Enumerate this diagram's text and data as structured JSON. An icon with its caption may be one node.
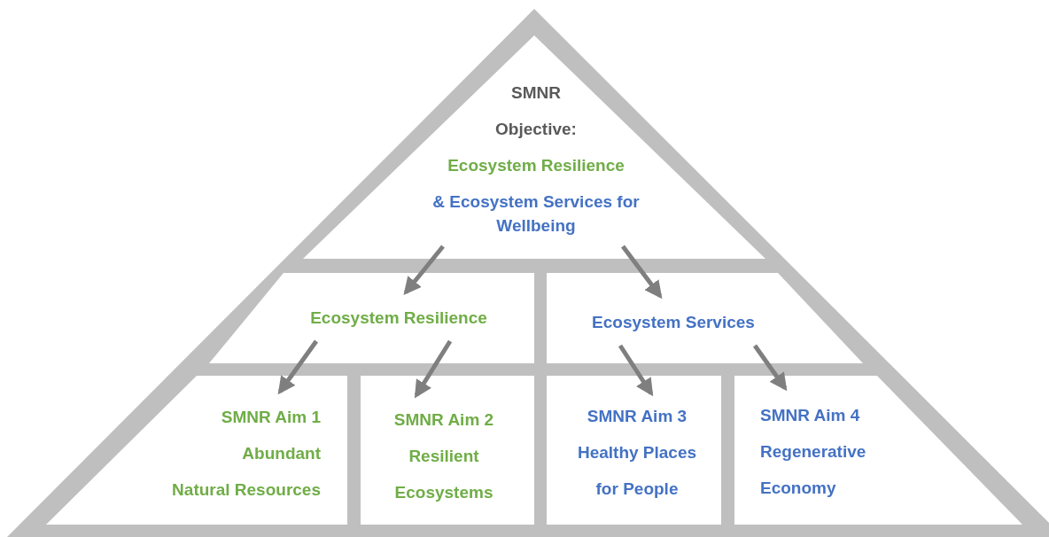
{
  "diagram": {
    "nodes": [
      {
        "text": [
          "SMNR",
          "Objective:",
          "Ecosystem Resilience",
          "& Ecosystem Services for Wellbeing"
        ]
      },
      {
        "text": [
          "Ecosystem Resilience"
        ]
      },
      {
        "text": [
          "Ecosystem Services"
        ]
      },
      {
        "text": [
          "SMNR Aim 1",
          "Abundant",
          "Natural Resources"
        ]
      },
      {
        "text": [
          "SMNR Aim 2",
          "Resilient",
          "Ecosystems"
        ]
      },
      {
        "text": [
          "SMNR Aim 3",
          "Healthy Places",
          "for People"
        ]
      },
      {
        "text": [
          "SMNR Aim 4",
          "Regenerative",
          "Economy"
        ]
      }
    ],
    "edges": [
      {
        "from": 0,
        "to": 1,
        "arrow": "to"
      },
      {
        "from": 0,
        "to": 2,
        "arrow": "to"
      },
      {
        "from": 1,
        "to": 3,
        "arrow": "to"
      },
      {
        "from": 1,
        "to": 4,
        "arrow": "to"
      },
      {
        "from": 2,
        "to": 5,
        "arrow": "to"
      },
      {
        "from": 2,
        "to": 6,
        "arrow": "to"
      }
    ]
  }
}
